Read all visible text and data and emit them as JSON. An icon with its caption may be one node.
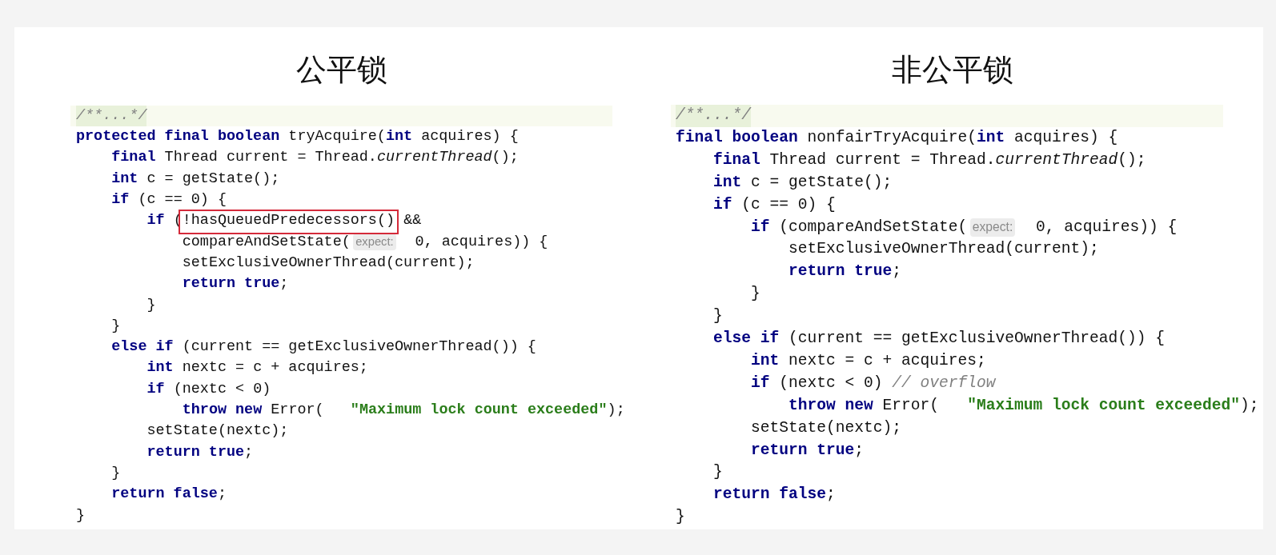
{
  "diagram": {
    "nodes": [
      {
        "text": [
          "!hasQueuedPredecessors()"
        ]
      }
    ],
    "labels": [
      "公平锁",
      "非公平锁",
      "/**...*/",
      "**protected final boolean** tryAcquire(**int** acquires) {",
      "**final** Thread current = Thread.*currentThread*();",
      "**int** c = getState();",
      "**if** (c == 0) {",
      "**if** (",
      "&&",
      "compareAndSetState(",
      "expect:",
      "0, acquires)) {",
      "setExclusiveOwnerThread(current);",
      "**return true**;",
      "}",
      "}",
      "**else if** (current == getExclusiveOwnerThread()) {",
      "**int** nextc = c + acquires;",
      "**if** (nextc < 0)",
      "**throw new** Error(",
      "\"Maximum lock count exceeded\"",
      ");",
      "setState(nextc);",
      "**return true**;",
      "}",
      "**return false**;",
      "}",
      "/**...*/",
      "**final boolean** nonfairTryAcquire(**int** acquires) {",
      "**final** Thread current = Thread.*currentThread*();",
      "**int** c = getState();",
      "**if** (c == 0) {",
      "**if** (compareAndSetState(",
      "expect:",
      "0, acquires)) {",
      "setExclusiveOwnerThread(current);",
      "**return true**;",
      "}",
      "}",
      "**else if** (current == getExclusiveOwnerThread()) {",
      "**int** nextc = c + acquires;",
      "**if** (nextc < 0)",
      "// overflow",
      "**throw new** Error(",
      "\"Maximum lock count exceeded\"",
      ");",
      "setState(nextc);",
      "**return true**;",
      "}",
      "**return false**;",
      "}"
    ]
  }
}
